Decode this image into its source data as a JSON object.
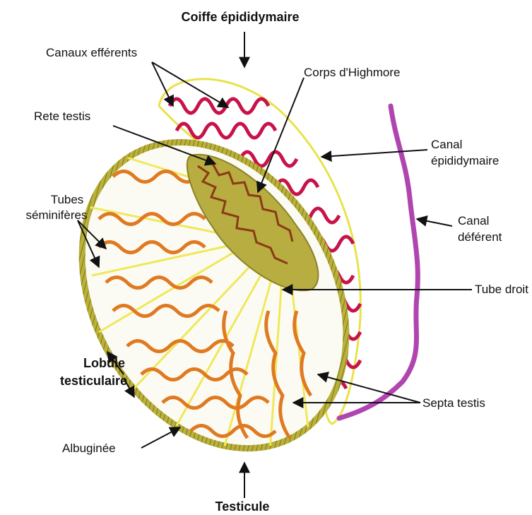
{
  "labels": {
    "coiffe": "Coiffe épididymaire",
    "canaux_efferents": "Canaux efférents",
    "corps_highmore": "Corps d'Highmore",
    "rete_testis": "Rete testis",
    "canal_epididymaire_1": "Canal",
    "canal_epididymaire_2": "épididymaire",
    "tubes_1": "Tubes",
    "tubes_2": "séminifères",
    "canal_deferent_1": "Canal",
    "canal_deferent_2": "déférent",
    "tube_droit": "Tube droit",
    "lobule_1": "Lobule",
    "lobule_2": "testiculaire",
    "septa_testis": "Septa testis",
    "albuginee": "Albuginée",
    "testicule": "Testicule"
  },
  "colors": {
    "capsule": "#b9b13a",
    "septa": "#f0e85a",
    "tubules": "#e07a22",
    "efferent": "#c8124a",
    "rete": "#8a3a18",
    "deferent": "#b045b0",
    "epididymis_outline": "#e9e24a"
  }
}
